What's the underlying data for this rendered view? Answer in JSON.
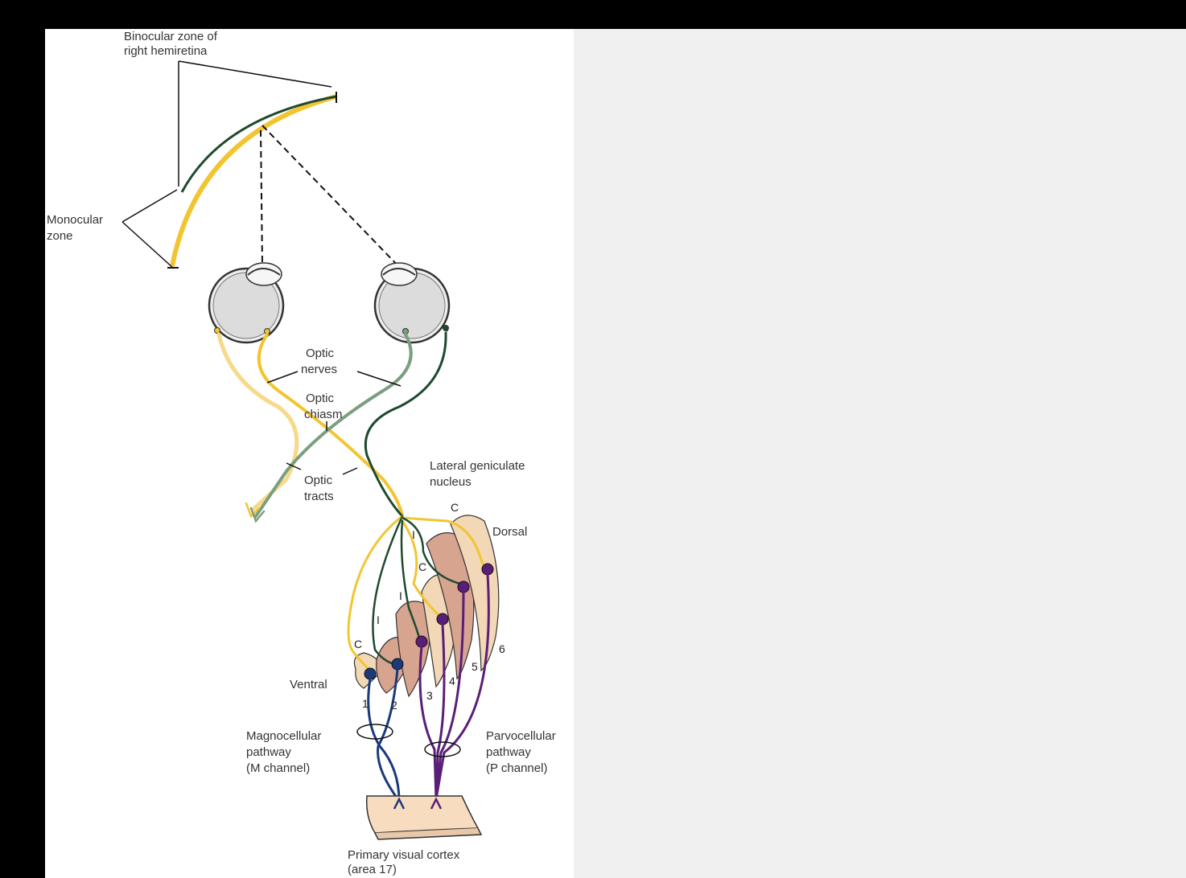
{
  "colors": {
    "background": "#000000",
    "canvas": "#f0f0f0",
    "figure": "#ffffff",
    "left_eye_fiber": "#f2c530",
    "right_eye_fiber": "#1f4a2f",
    "crossed_fiber": "#7a9e80",
    "lgn_parvo_layer": "#d7a490",
    "lgn_contra_layer": "#f2d8b6",
    "magno_axon": "#1a3a7a",
    "parvo_axon": "#5a1e78",
    "cortex": "#f7dcc0"
  },
  "labels": {
    "binocular_zone": [
      "Binocular zone of",
      "right hemiretina"
    ],
    "monocular_zone": [
      "Monocular",
      "zone"
    ],
    "optic_nerves": [
      "Optic",
      "nerves"
    ],
    "optic_chiasm": [
      "Optic",
      "chiasm"
    ],
    "optic_tracts": [
      "Optic",
      "tracts"
    ],
    "lgn": [
      "Lateral geniculate",
      "nucleus"
    ],
    "dorsal": "Dorsal",
    "ventral": "Ventral",
    "magno": [
      "Magnocellular",
      "pathway",
      "(M channel)"
    ],
    "parvo": [
      "Parvocellular",
      "pathway",
      "(P channel)"
    ],
    "cortex": [
      "Primary visual cortex",
      "(area 17)"
    ]
  },
  "layer_marks": {
    "c_labels": [
      "C",
      "C",
      "C"
    ],
    "i_labels": [
      "I",
      "I",
      "I"
    ],
    "layer_numbers": [
      "1",
      "2",
      "3",
      "4",
      "5",
      "6"
    ]
  }
}
